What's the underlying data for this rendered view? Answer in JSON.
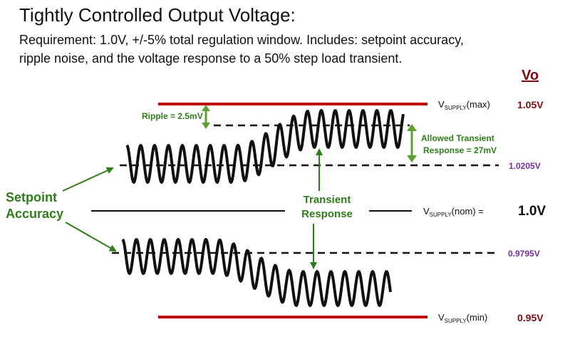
{
  "title": "Tightly Controlled Output Voltage:",
  "requirement": {
    "line1": "Requirement: 1.0V, +/-5% total regulation window.  Includes: setpoint accuracy,",
    "line2": "ripple noise, and the voltage response to a 50% step load transient."
  },
  "vo_header": "Vo",
  "labels": {
    "ripple": "Ripple = 2.5mV",
    "allowed_transient_1": "Allowed Transient",
    "allowed_transient_2": "Response = 27mV",
    "setpoint_1": "Setpoint",
    "setpoint_2": "Accuracy",
    "transient_1": "Transient",
    "transient_2": "Response"
  },
  "levels": {
    "max": {
      "v": "V",
      "sub": "SUPPLY",
      "suffix": "(max)",
      "value": "1.05V"
    },
    "upper": {
      "value": "1.0205V"
    },
    "nom": {
      "v": "V",
      "sub": "SUPPLY",
      "suffix": "(nom) =",
      "value": "1.0V"
    },
    "lower": {
      "value": "0.9795V"
    },
    "min": {
      "v": "V",
      "sub": "SUPPLY",
      "suffix": "(min)",
      "value": "0.95V"
    }
  },
  "colors": {
    "limit_line": "#c00000",
    "dark_red": "#7b0a12",
    "purple": "#7030a0",
    "green": "#2e7d1a",
    "arrow_green": "#5ea132",
    "black": "#111111"
  }
}
